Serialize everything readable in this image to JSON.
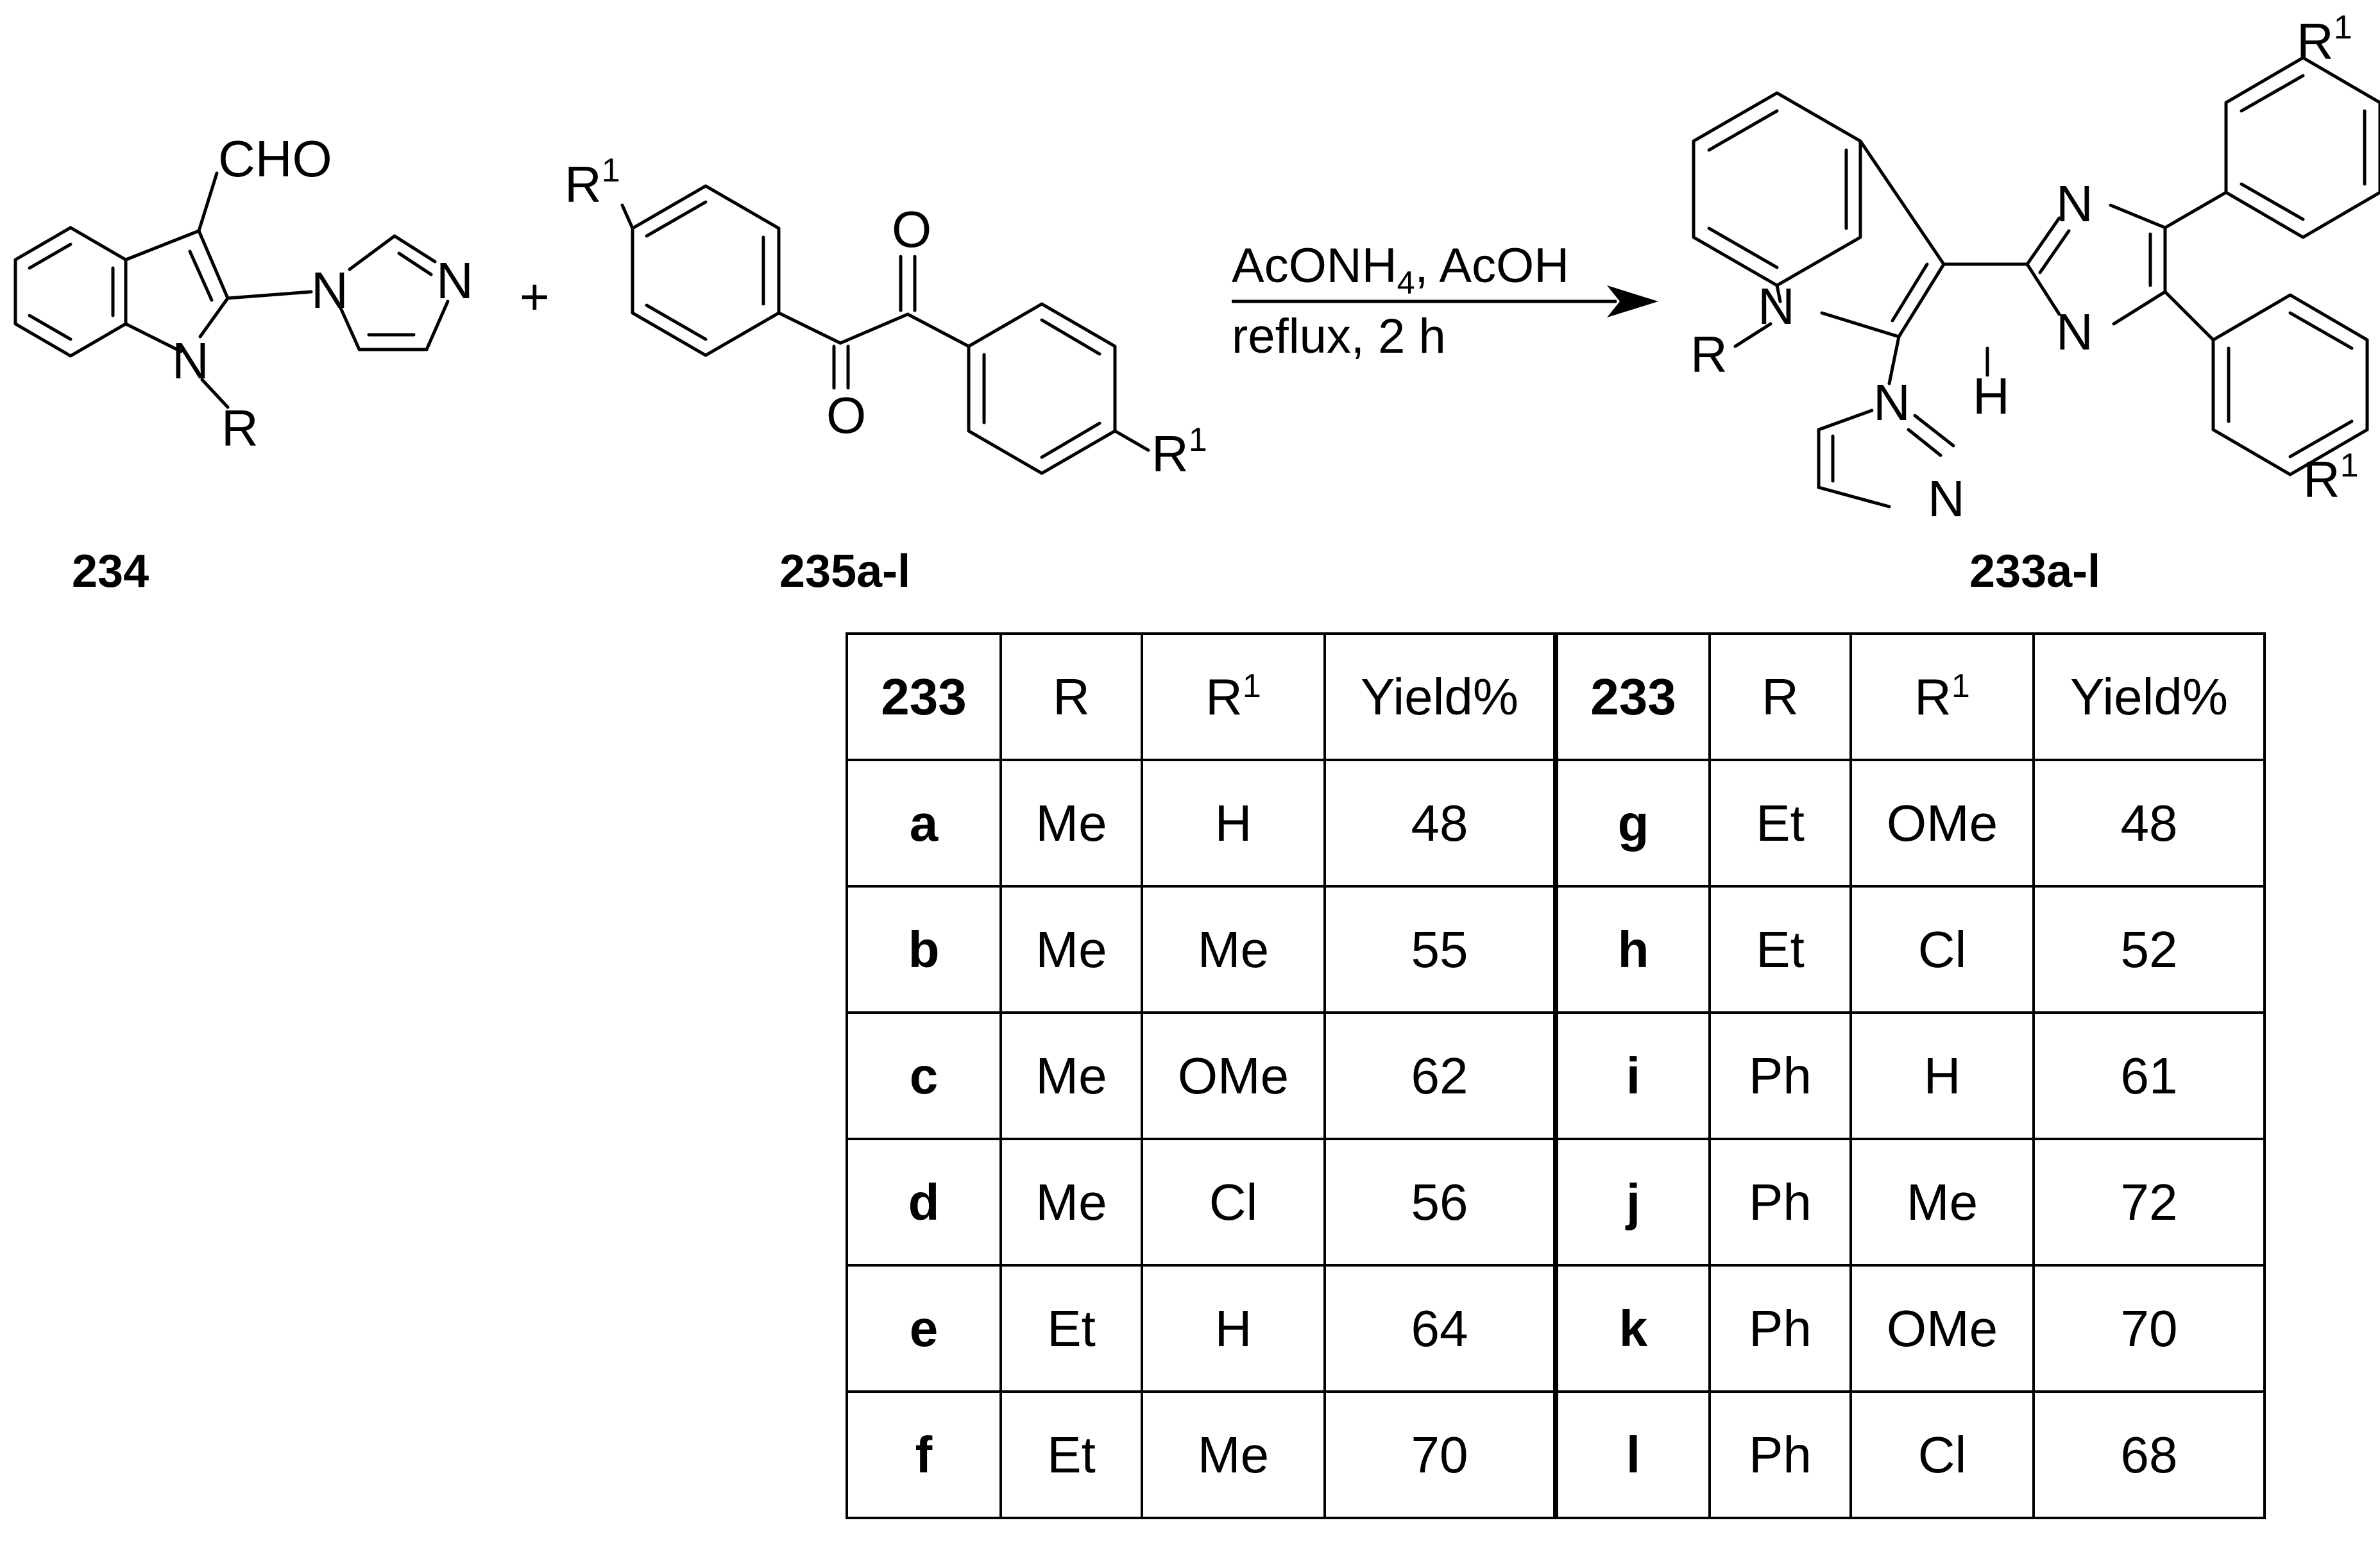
{
  "scheme": {
    "reactant1": {
      "id": "234",
      "labels": {
        "cho": "CHO",
        "n_indole": "N",
        "r": "R",
        "n_imid1": "N",
        "n_imid2": "N"
      }
    },
    "plus": "+",
    "reactant2": {
      "id": "235a-l",
      "labels": {
        "r1_top": "R",
        "r1_top_sup": "1",
        "o1": "O",
        "o2": "O",
        "r1_bottom": "R",
        "r1_bottom_sup": "1"
      }
    },
    "conditions": {
      "line1_pre": "AcONH",
      "line1_sub": "4",
      "line1_post": ", AcOH",
      "line2": "reflux, 2 h"
    },
    "product": {
      "id": "233a-l",
      "labels": {
        "r": "R",
        "n_indole": "N",
        "n_imid_top": "N",
        "n_imid_nh": "N",
        "h": "H",
        "n_imid1": "N",
        "n_imid2": "N",
        "r1_top": "R",
        "r1_top_sup": "1",
        "r1_bottom": "R",
        "r1_bottom_sup": "1"
      }
    }
  },
  "table": {
    "headers": [
      {
        "text": "233",
        "sup": "",
        "bold": true
      },
      {
        "text": "R",
        "sup": "",
        "bold": false
      },
      {
        "text": "R",
        "sup": "1",
        "bold": false
      },
      {
        "text": "Yield%",
        "sup": "",
        "bold": false
      },
      {
        "text": "233",
        "sup": "",
        "bold": true
      },
      {
        "text": "R",
        "sup": "",
        "bold": false
      },
      {
        "text": "R",
        "sup": "1",
        "bold": false
      },
      {
        "text": "Yield%",
        "sup": "",
        "bold": false
      }
    ],
    "rows": [
      [
        "a",
        "Me",
        "H",
        "48",
        "g",
        "Et",
        "OMe",
        "48"
      ],
      [
        "b",
        "Me",
        "Me",
        "55",
        "h",
        "Et",
        "Cl",
        "52"
      ],
      [
        "c",
        "Me",
        "OMe",
        "62",
        "i",
        "Ph",
        "H",
        "61"
      ],
      [
        "d",
        "Me",
        "Cl",
        "56",
        "j",
        "Ph",
        "Me",
        "72"
      ],
      [
        "e",
        "Et",
        "H",
        "64",
        "k",
        "Ph",
        "OMe",
        "70"
      ],
      [
        "f",
        "Et",
        "Me",
        "70",
        "l",
        "Ph",
        "Cl",
        "68"
      ]
    ]
  }
}
